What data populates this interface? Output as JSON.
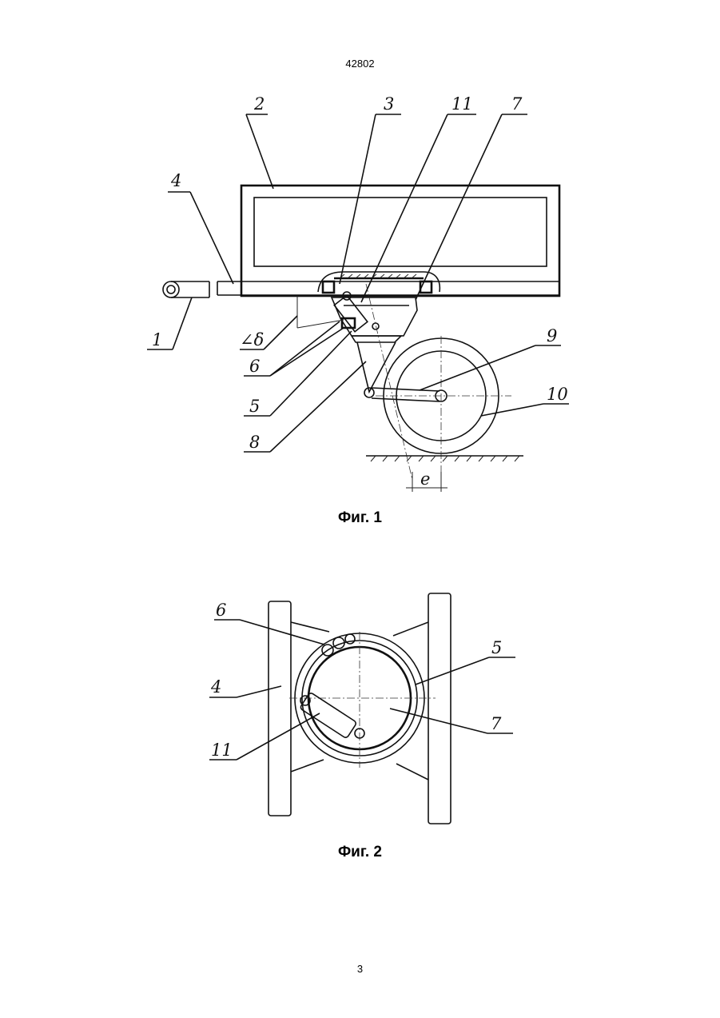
{
  "page": {
    "header_number": "42802",
    "footer_number": "3"
  },
  "figure1": {
    "caption": "Фиг. 1",
    "labels": {
      "l1": "1",
      "l2": "2",
      "l3": "3",
      "l4": "4",
      "l5": "5",
      "l6": "6",
      "l7": "7",
      "l8": "8",
      "l9": "9",
      "l10": "10",
      "l11": "11",
      "angle": "∠δ",
      "e": "e"
    }
  },
  "figure2": {
    "caption": "Фиг. 2",
    "labels": {
      "l4": "4",
      "l5": "5",
      "l6": "6",
      "l7": "7",
      "l11": "11"
    }
  }
}
